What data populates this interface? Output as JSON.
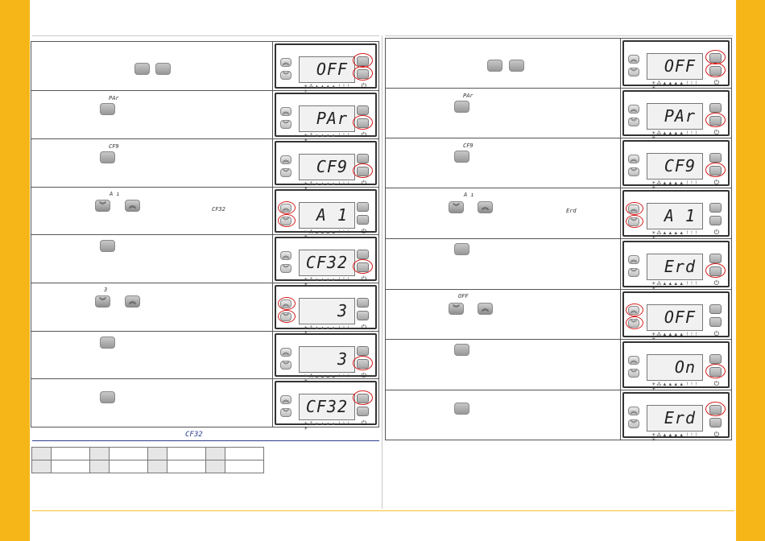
{
  "colors": {
    "accent": "#f6b618",
    "highlight": "#d51d1d",
    "caption": "#2a3f8f"
  },
  "icons": {
    "up": "chevron-up-icon",
    "down": "chevron-down-icon",
    "power": "power-icon"
  },
  "device": {
    "leds": "☀⁂▲▲▲▲ ! ! ! ☀",
    "up_glyph": "︽",
    "down_glyph": "︾",
    "power_glyph": "⏻"
  },
  "left_steps": [
    {
      "label": "",
      "display": "OFF"
    },
    {
      "label": "PAr",
      "display": "PAr"
    },
    {
      "label": "CF9",
      "display": "CF9"
    },
    {
      "label": "A ı",
      "extra": "CF32",
      "display": "A 1"
    },
    {
      "label": "",
      "display": "CF32"
    },
    {
      "label": "3",
      "display": "3"
    },
    {
      "label": "",
      "display": "3"
    },
    {
      "label": "",
      "display": "CF32"
    }
  ],
  "right_steps": [
    {
      "label": "",
      "display": "OFF"
    },
    {
      "label": "PAr",
      "display": "PAr"
    },
    {
      "label": "CF9",
      "display": "CF9"
    },
    {
      "label": "A ı",
      "extra": "Erd",
      "display": "A 1"
    },
    {
      "label": "",
      "display": "Erd"
    },
    {
      "label": "OFF",
      "display": "OFF"
    },
    {
      "label": "",
      "display": "On"
    },
    {
      "label": "",
      "display": "Erd"
    }
  ],
  "caption": "CF32"
}
